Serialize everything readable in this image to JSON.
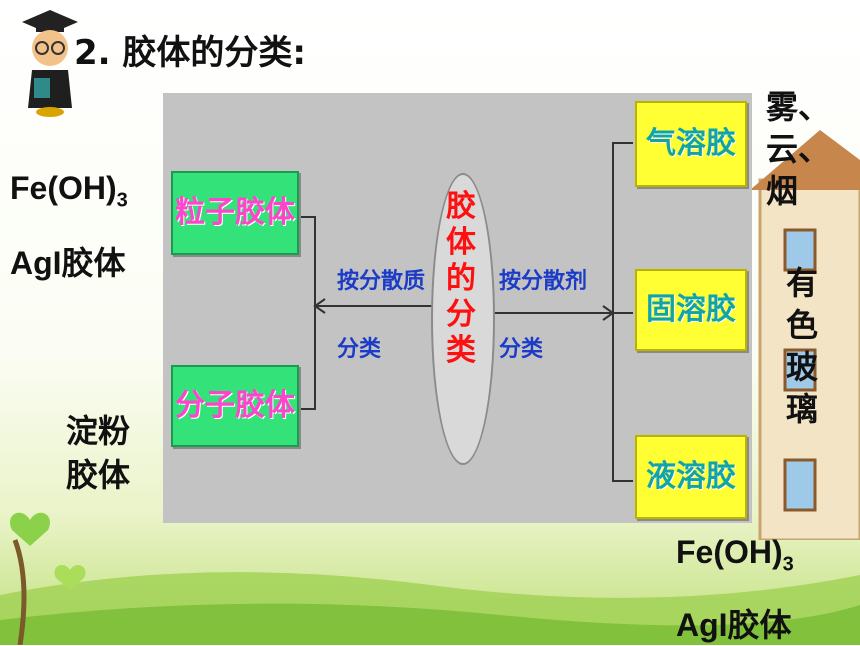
{
  "title": {
    "number": "2.",
    "text": "胶体的分类:"
  },
  "diagram": {
    "left_boxes": [
      "粒子胶体",
      "分子胶体"
    ],
    "center_chars": [
      "胶",
      "体",
      "的",
      "分",
      "类"
    ],
    "left_arrow_label": {
      "line1": "按分散质",
      "line2": "分类"
    },
    "right_arrow_label": {
      "line1": "按分散剂",
      "line2": "分类"
    },
    "right_boxes": [
      "气溶胶",
      "固溶胶",
      "液溶胶"
    ]
  },
  "examples": {
    "particle_line1": "Fe(OH)",
    "particle_line1_sub": "3",
    "particle_line2": "AgI胶体",
    "molecular_line1": "淀粉",
    "molecular_line2": "胶体",
    "aerosol_chars": [
      "雾、",
      "云、",
      "烟"
    ],
    "solid_chars": [
      "有",
      "色",
      "玻",
      "璃"
    ],
    "liquid_line1": "Fe(OH)",
    "liquid_line1_sub": "3",
    "liquid_line2": "AgI胶体"
  },
  "colors": {
    "green_box": "#33e37a",
    "yellow_box": "#ffff33",
    "pink_text": "#ff44cc",
    "teal_text": "#12a4a4",
    "center_red": "#ff1010",
    "label_blue": "#1c3cc8",
    "panel_gray": "#c3c3c3"
  }
}
